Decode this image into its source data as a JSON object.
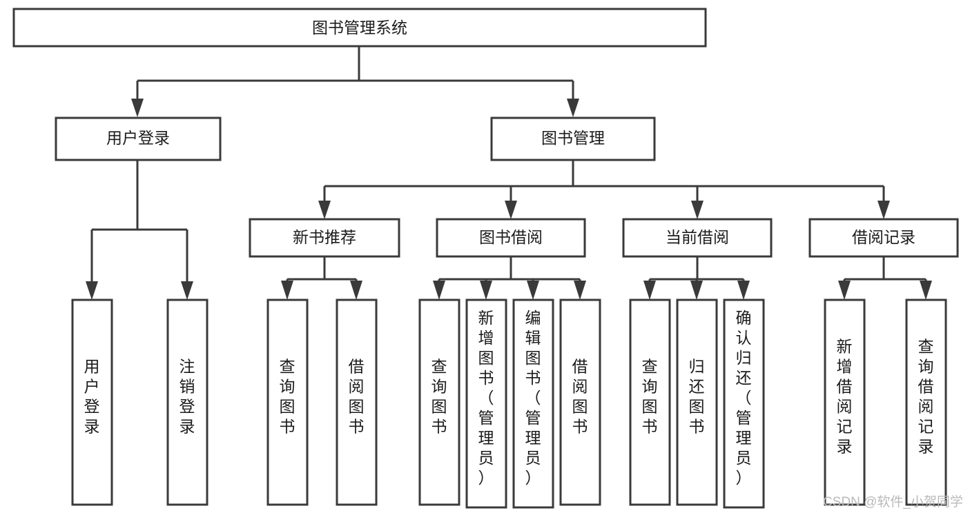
{
  "diagram": {
    "title": "图书管理系统",
    "type": "hierarchy-tree",
    "orientation": "top-down",
    "levels": 4,
    "colors": {
      "box_stroke": "#3a3a3a",
      "box_fill": "#ffffff",
      "connector": "#3a3a3a",
      "text": "#1b1b1b",
      "background": "#ffffff",
      "watermark": "#b9b9b9"
    },
    "root": {
      "label": "图书管理系统"
    },
    "level2": [
      {
        "label": "用户登录"
      },
      {
        "label": "图书管理"
      }
    ],
    "level3": [
      {
        "label": "新书推荐"
      },
      {
        "label": "图书借阅"
      },
      {
        "label": "当前借阅"
      },
      {
        "label": "借阅记录"
      }
    ],
    "leaves": {
      "user_login": [
        {
          "label": "用户登录"
        },
        {
          "label": "注销登录"
        }
      ],
      "new_book_recommend": [
        {
          "label": "查询图书"
        },
        {
          "label": "借阅图书"
        }
      ],
      "book_borrow": [
        {
          "label": "查询图书"
        },
        {
          "label": "新增图书（管理员）"
        },
        {
          "label": "编辑图书（管理员）"
        },
        {
          "label": "借阅图书"
        }
      ],
      "current_borrow": [
        {
          "label": "查询图书"
        },
        {
          "label": "归还图书"
        },
        {
          "label": "确认归还（管理员）"
        }
      ],
      "borrow_record": [
        {
          "label": "新增借阅记录"
        },
        {
          "label": "查询借阅记录"
        }
      ]
    }
  },
  "watermark": {
    "text": "CSDN @软件_小贺同学"
  }
}
